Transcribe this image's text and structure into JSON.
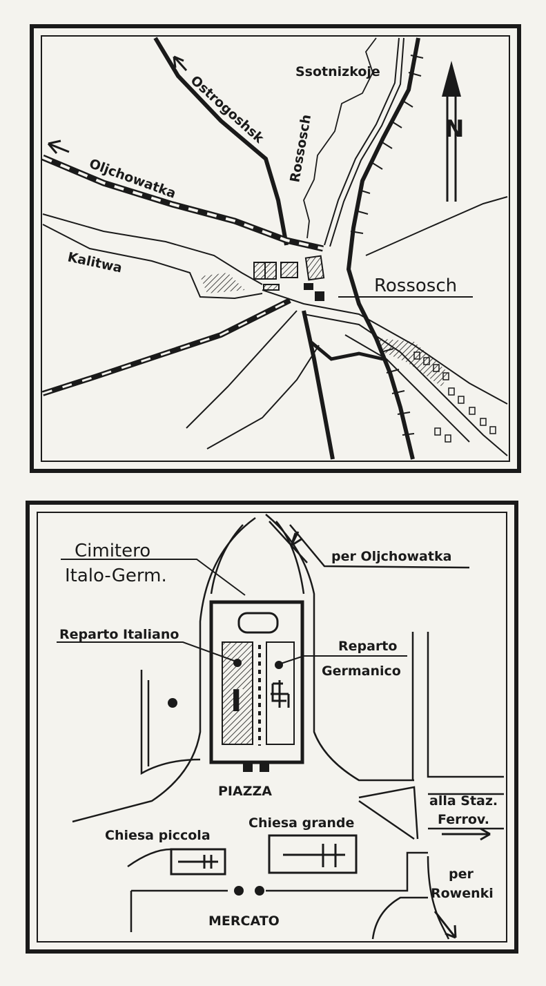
{
  "overview_map": {
    "town_label": "Rossosch",
    "road_labels": {
      "ostrogoshsk": "Ostrogoshsk",
      "oljchowatka": "Oljchowatka"
    },
    "village_label": "Ssotnizkoje",
    "river_labels": {
      "rossosch": "Rossosch",
      "kalitwa": "Kalitwa"
    },
    "north_letter": "N"
  },
  "detail_map": {
    "cemetery_label_line1": "Cimitero",
    "cemetery_label_line2": "Italo-Germ.",
    "road_oljchowatka": "per Oljchowatka",
    "italian_section": "Reparto Italiano",
    "german_section_line1": "Reparto",
    "german_section_line2": "Germanico",
    "italian_symbol": "I",
    "piazza": "PIAZZA",
    "station_line1": "alla Staz.",
    "station_line2": "Ferrov.",
    "small_church": "Chiesa piccola",
    "big_church": "Chiesa grande",
    "rowenki_line1": "per",
    "rowenki_line2": "Rowenki",
    "market": "MERCATO"
  },
  "colors": {
    "ink": "#1a1a1a",
    "paper": "#f4f3ee"
  }
}
